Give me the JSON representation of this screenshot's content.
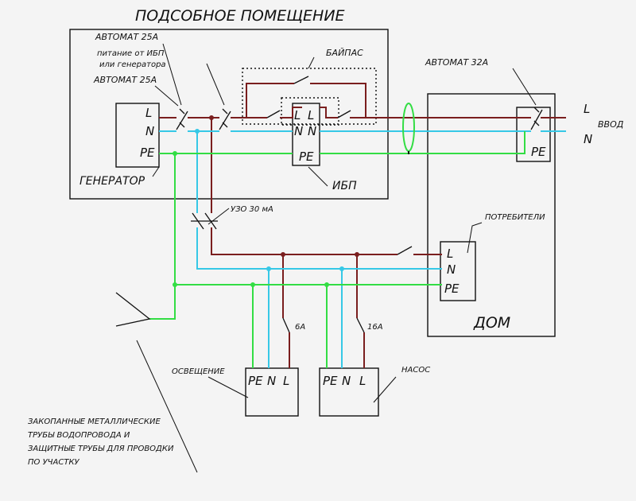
{
  "title": "ПОДСОБНОЕ ПОМЕЩЕНИЕ",
  "labels": {
    "breaker25_top": "АВТОМАТ 25А",
    "ups_power_1": "питание от ИБП",
    "ups_power_2": "или генератора",
    "breaker25_left": "АВТОМАТ 25А",
    "bypass": "БАЙПАС",
    "breaker32": "АВТОМАТ 32А",
    "input": "ВВОД",
    "generator": "ГЕНЕРАТОР",
    "ups": "ИБП",
    "rcd": "УЗО 30 мА",
    "consumers": "ПОТРЕБИТЕЛИ",
    "house": "ДОМ",
    "lighting": "ОСВЕЩЕНИЕ",
    "pump": "НАСОС",
    "amp6": "6А",
    "amp16": "16А",
    "pipes_1": "ЗАКОПАННЫЕ МЕТАЛЛИЧЕСКИЕ",
    "pipes_2": "ТРУБЫ ВОДОПРОВОДА И",
    "pipes_3": "ЗАЩИТНЫЕ ТРУБЫ ДЛЯ ПРОВОДКИ",
    "pipes_4": "ПО УЧАСТКУ"
  },
  "terminals": {
    "L": "L",
    "N": "N",
    "PE": "PE"
  },
  "colors": {
    "line_L": "#7a1e1e",
    "line_N": "#36c8e6",
    "line_PE": "#33dd44"
  }
}
